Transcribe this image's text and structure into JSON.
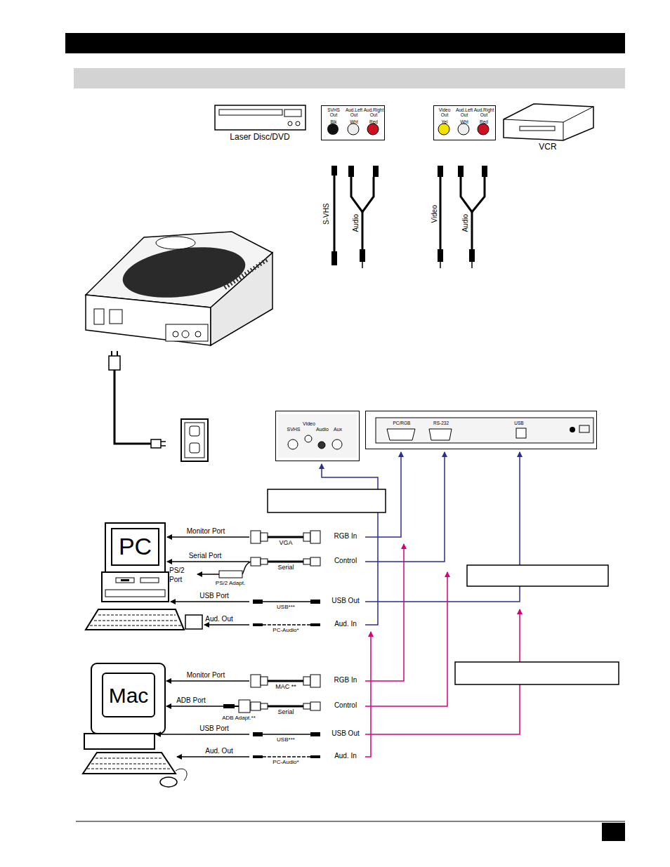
{
  "diagram": {
    "nodes": [
      {
        "text": [
          "SVHS Out",
          "Aud.Left Out",
          "Aud.Right Out",
          "Blk",
          "Wht",
          "Red"
        ]
      },
      {
        "text": [
          "Video Out",
          "Aud.Left Out",
          "Aud.Right Out",
          "Yel",
          "Wht",
          "Red"
        ]
      },
      {
        "text": [
          "SVHS",
          "Video",
          "Audio",
          "Aux"
        ]
      },
      {
        "text": [
          "PC/RGB",
          "RS-232",
          "USB"
        ]
      },
      {
        "text": [
          "PC"
        ]
      },
      {
        "text": [
          "Mac"
        ]
      }
    ],
    "labels": [
      "Laser Disc/DVD",
      "VCR",
      "S-VHS",
      "Audio",
      "Video",
      "Audio",
      "Monitor Port",
      "VGA",
      "RGB In",
      "Serial Port",
      "Serial",
      "Control",
      "PS/2 Port",
      "PS/2 Adapt.",
      "USB Port",
      "USB***",
      "USB Out",
      "Aud. Out",
      "PC-Audio*",
      "Aud. In",
      "Monitor Port",
      "MAC **",
      "RGB In",
      "ADB Port",
      "ADB Adapt.**",
      "Serial",
      "Control",
      "USB Port",
      "USB***",
      "USB Out",
      "Aud. Out",
      "PC-Audio*",
      "Aud. In"
    ]
  }
}
